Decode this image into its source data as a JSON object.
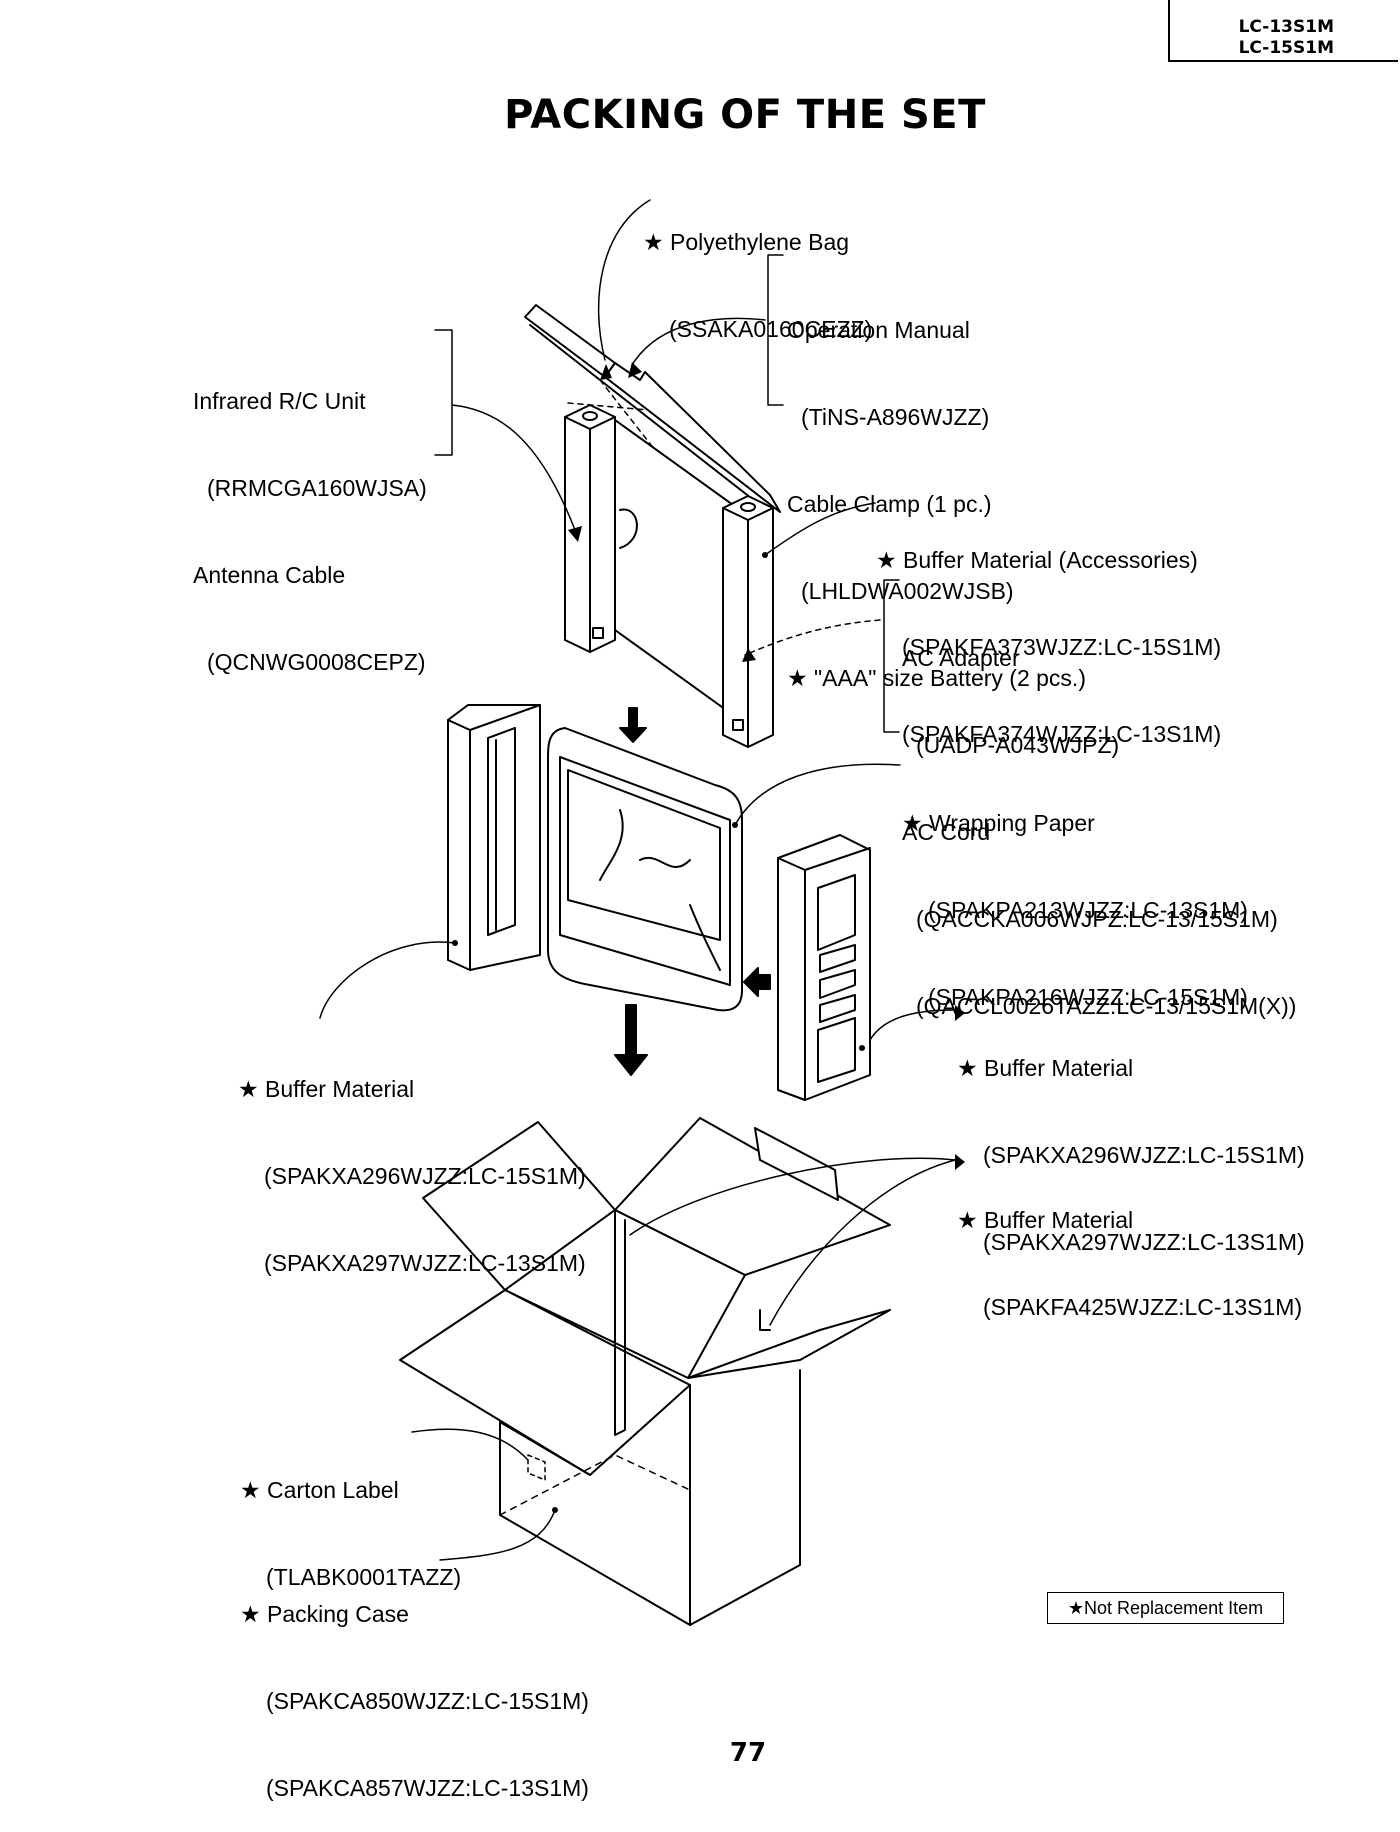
{
  "header": {
    "models": [
      "LC-13S1M",
      "LC-15S1M"
    ]
  },
  "title": "PACKING OF THE SET",
  "labels": {
    "poly_bag": [
      "★ Polyethylene Bag",
      "(SSAKA0160CEZZ)"
    ],
    "manual_group": [
      "Operation Manual",
      "(TiNS-A896WJZZ)",
      "Cable Clamp (1 pc.)",
      "(LHLDWA002WJSB)",
      "★ \"AAA\" size Battery (2 pcs.)"
    ],
    "remote_group": [
      "Infrared R/C Unit",
      "(RRMCGA160WJSA)",
      "Antenna Cable",
      "(QCNWG0008CEPZ)"
    ],
    "buffer_accessories": [
      "★ Buffer Material (Accessories)",
      "(SPAKFA373WJZZ:LC-15S1M)",
      "(SPAKFA374WJZZ:LC-13S1M)"
    ],
    "adapter_group": [
      "AC Adapter",
      "(UADP-A043WJPZ)",
      "AC Cord",
      "(QACCKA006WJPZ:LC-13/15S1M)",
      "(QACCL0026TAZZ:LC-13/15S1M(X))"
    ],
    "wrapping_paper": [
      "★ Wrapping Paper",
      "(SPAKPA213WJZZ:LC-13S1M)",
      "(SPAKPA216WJZZ:LC-15S1M)"
    ],
    "buffer_left": [
      "★ Buffer Material",
      "(SPAKXA296WJZZ:LC-15S1M)",
      "(SPAKXA297WJZZ:LC-13S1M)"
    ],
    "buffer_right": [
      "★ Buffer Material",
      "(SPAKXA296WJZZ:LC-15S1M)",
      "(SPAKXA297WJZZ:LC-13S1M)"
    ],
    "buffer_carton": [
      "★ Buffer Material",
      "(SPAKFA425WJZZ:LC-13S1M)"
    ],
    "carton_label": [
      "★ Carton Label",
      "(TLABK0001TAZZ)"
    ],
    "packing_case": [
      "★ Packing Case",
      "(SPAKCA850WJZZ:LC-15S1M)",
      "(SPAKCA857WJZZ:LC-13S1M)"
    ]
  },
  "legend": "★Not Replacement Item",
  "page_number": "77"
}
